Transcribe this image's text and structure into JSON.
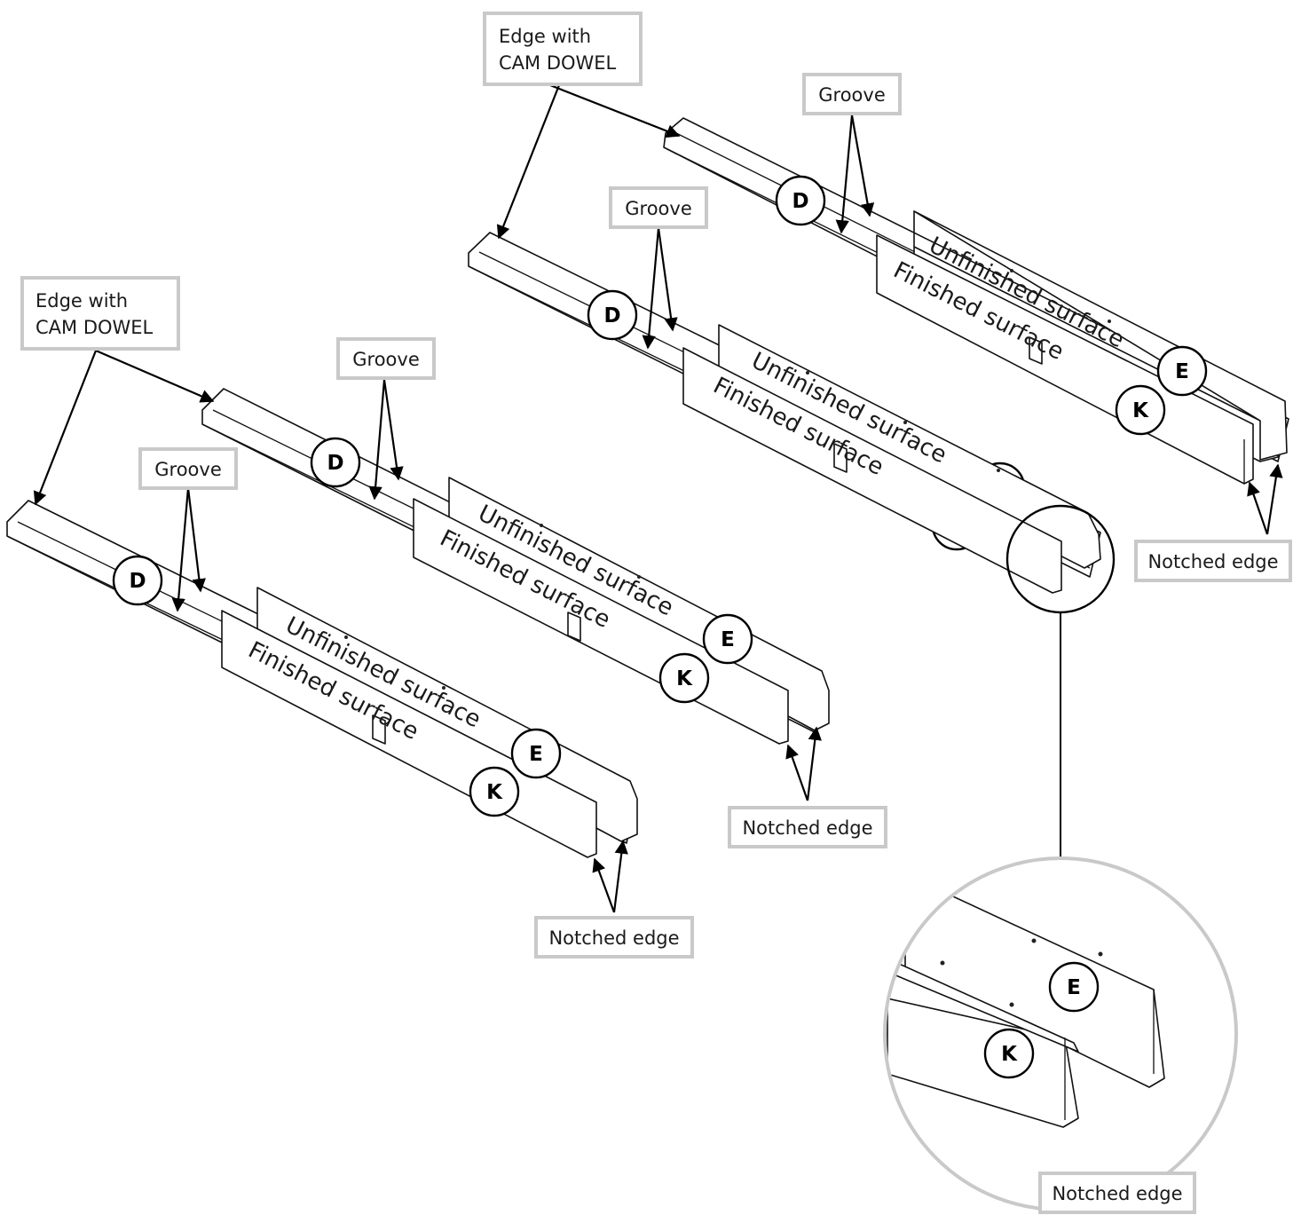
{
  "labels": {
    "edge_cam_line1": "Edge with",
    "edge_cam_line2": "CAM DOWEL",
    "groove": "Groove",
    "notched_edge": "Notched edge",
    "unfinished_surface": "Unfinished surface",
    "finished_surface": "Finished surface"
  },
  "parts": {
    "d": "D",
    "e": "E",
    "k": "K"
  }
}
